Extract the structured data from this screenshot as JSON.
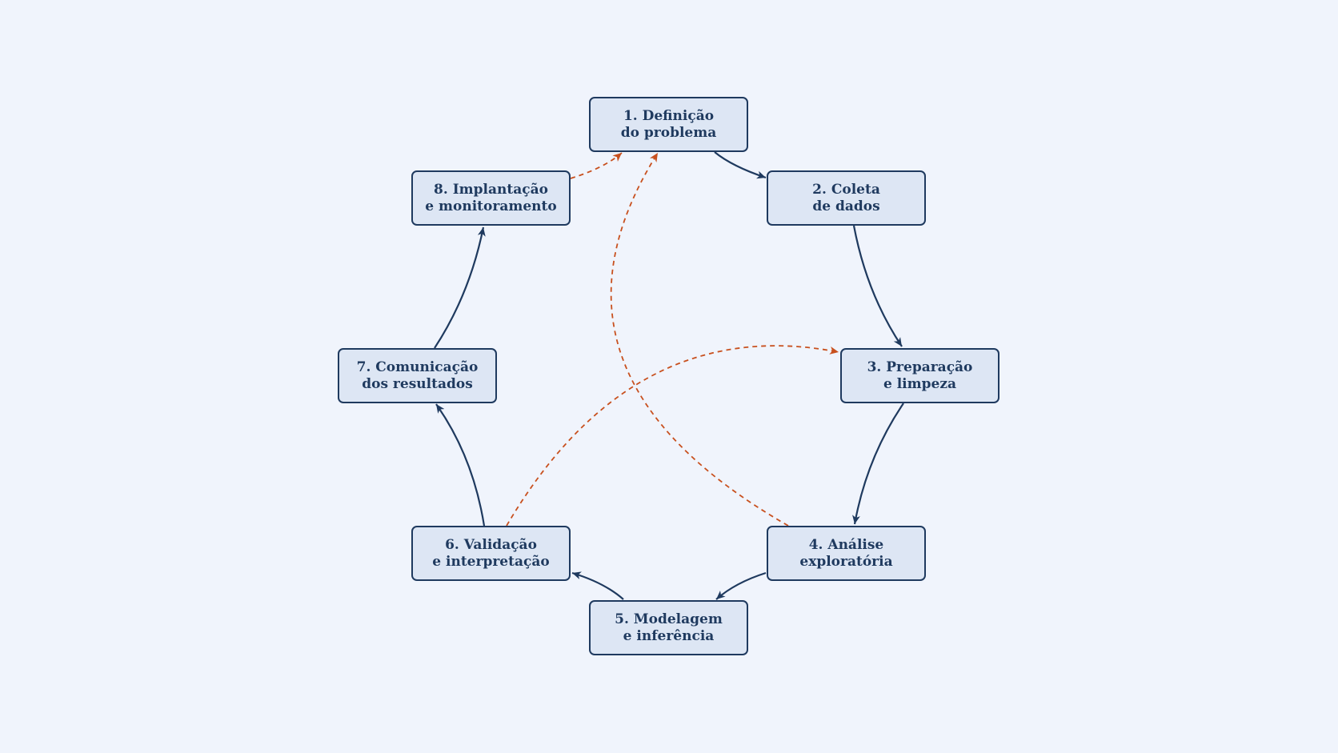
{
  "diagram": {
    "colors": {
      "background": "#f0f4fc",
      "node_fill": "#dde6f4",
      "node_border": "#1f3a5f",
      "text": "#1f3a5f",
      "cycle_edge": "#1f3a5f",
      "feedback_edge": "#c8501e"
    },
    "nodes": [
      {
        "id": "n1",
        "line1": "1. Definição",
        "line2": "do problema"
      },
      {
        "id": "n2",
        "line1": "2. Coleta",
        "line2": "de dados"
      },
      {
        "id": "n3",
        "line1": "3. Preparação",
        "line2": "e limpeza"
      },
      {
        "id": "n4",
        "line1": "4. Análise",
        "line2": "exploratória"
      },
      {
        "id": "n5",
        "line1": "5. Modelagem",
        "line2": "e inferência"
      },
      {
        "id": "n6",
        "line1": "6. Validação",
        "line2": "e interpretação"
      },
      {
        "id": "n7",
        "line1": "7. Comunicação",
        "line2": "dos resultados"
      },
      {
        "id": "n8",
        "line1": "8. Implantação",
        "line2": "e monitoramento"
      }
    ],
    "edges": [
      {
        "from": "n1",
        "to": "n2",
        "style": "solid"
      },
      {
        "from": "n2",
        "to": "n3",
        "style": "solid"
      },
      {
        "from": "n3",
        "to": "n4",
        "style": "solid"
      },
      {
        "from": "n4",
        "to": "n5",
        "style": "solid"
      },
      {
        "from": "n5",
        "to": "n6",
        "style": "solid"
      },
      {
        "from": "n6",
        "to": "n7",
        "style": "solid"
      },
      {
        "from": "n7",
        "to": "n8",
        "style": "solid"
      },
      {
        "from": "n8",
        "to": "n1",
        "style": "dashed"
      },
      {
        "from": "n4",
        "to": "n1",
        "style": "dashed"
      },
      {
        "from": "n6",
        "to": "n3",
        "style": "dashed"
      }
    ]
  }
}
